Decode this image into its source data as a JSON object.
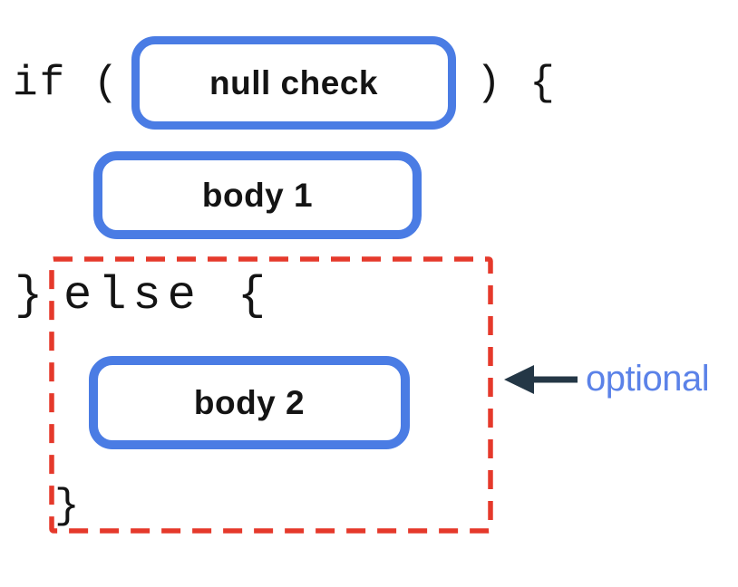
{
  "diagram": {
    "title_hint": "if / else structure diagram",
    "code": {
      "if_open": "if (",
      "if_close": ") {",
      "else_close_brace": "}",
      "else_keyword": "else",
      "else_open_brace": "{",
      "final_close_brace": "}"
    },
    "nodes": {
      "condition_label": "null check",
      "body1_label": "body 1",
      "body2_label": "body 2"
    },
    "annotation": {
      "label": "optional",
      "arrow_direction": "left"
    }
  },
  "colors": {
    "background": "#ffffff",
    "node_border_blue": "#4a7ce4",
    "optional_region_red": "#e5392b",
    "arrow_dark": "#243746",
    "annotation_blue": "#5b82e8",
    "code_text": "#141414"
  }
}
